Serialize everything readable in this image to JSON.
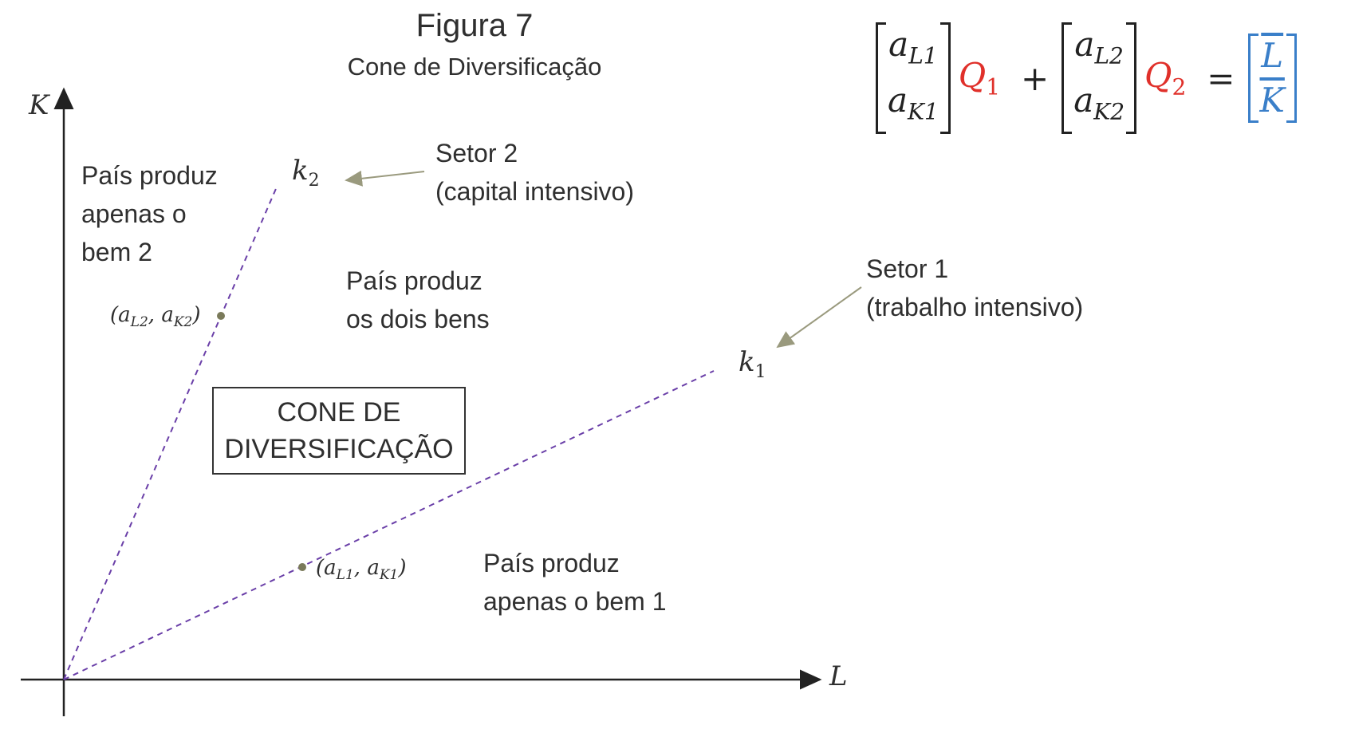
{
  "title": "Figura 7",
  "subtitle": "Cone de Diversificação",
  "equation": {
    "v1_top": "a",
    "v1_top_sub": "L1",
    "v1_bot": "a",
    "v1_bot_sub": "K1",
    "q1": "Q",
    "q1_sub": "1",
    "plus": "+",
    "v2_top": "a",
    "v2_top_sub": "L2",
    "v2_bot": "a",
    "v2_bot_sub": "K2",
    "q2": "Q",
    "q2_sub": "2",
    "equals": "=",
    "rhs_top": "L",
    "rhs_bot": "K",
    "q_color": "#e0302a",
    "rhs_color": "#3a7fc9"
  },
  "axes": {
    "y_label": "K",
    "x_label": "L"
  },
  "rays": [
    {
      "label": "k",
      "label_sub": "2",
      "sector_line1": "Setor 2",
      "sector_line2": "(capital intensivo)"
    },
    {
      "label": "k",
      "label_sub": "1",
      "sector_line1": "Setor 1",
      "sector_line2": "(trabalho intensivo)"
    }
  ],
  "points": [
    {
      "label_open": "(",
      "a1": "a",
      "a1_sub": "L2",
      "sep": ", ",
      "a2": "a",
      "a2_sub": "K2",
      "label_close": ")"
    },
    {
      "label_open": "(",
      "a1": "a",
      "a1_sub": "L1",
      "sep": ", ",
      "a2": "a",
      "a2_sub": "K1",
      "label_close": ")"
    }
  ],
  "regions": {
    "bem2": [
      "País produz",
      "apenas o",
      "bem 2"
    ],
    "dois": [
      "País produz",
      "os dois bens"
    ],
    "bem1": [
      "País produz",
      "apenas o bem 1"
    ]
  },
  "cone_box": [
    "CONE DE",
    "DIVERSIFICAÇÃO"
  ],
  "colors": {
    "ray": "#6a3fa8",
    "arrow": "#9a9a7e",
    "point": "#7a7a5a",
    "axis": "#222222"
  }
}
